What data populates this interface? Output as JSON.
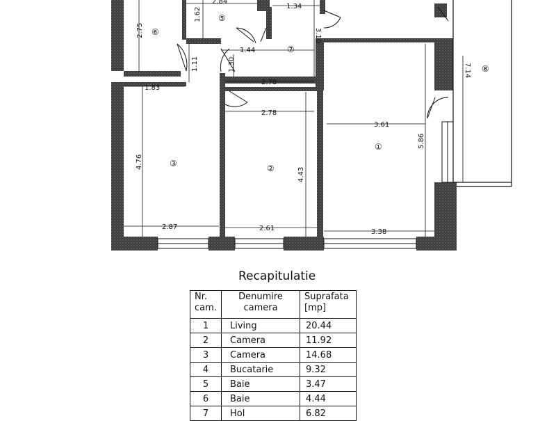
{
  "floorplan": {
    "rooms": [
      {
        "num": "①"
      },
      {
        "num": "②"
      },
      {
        "num": "③"
      },
      {
        "num": "⑤"
      },
      {
        "num": "⑥"
      },
      {
        "num": "⑦"
      },
      {
        "num": "⑧"
      }
    ],
    "dimensions": [
      "2.84",
      "1.34",
      "1.62",
      "2.75",
      "3.10",
      "1.44",
      "1.11",
      "1.30",
      "7.14",
      "2.78",
      "1.83",
      "2.78",
      "3.61",
      "5.86",
      "4.76",
      "4.43",
      "2.87",
      "2.61",
      "3.38"
    ]
  },
  "recap": {
    "title": "Recapitulatie",
    "headers": {
      "nr_line1": "Nr.",
      "nr_line2": "cam.",
      "name_line1": "Denumire",
      "name_line2": "camera",
      "area_line1": "Suprafata",
      "area_line2": "[mp]"
    },
    "rows": [
      {
        "nr": "1",
        "name": "Living",
        "area": "20.44"
      },
      {
        "nr": "2",
        "name": "Camera",
        "area": "11.92"
      },
      {
        "nr": "3",
        "name": "Camera",
        "area": "14.68"
      },
      {
        "nr": "4",
        "name": "Bucatarie",
        "area": "9.32"
      },
      {
        "nr": "5",
        "name": "Baie",
        "area": "3.47"
      },
      {
        "nr": "6",
        "name": "Baie",
        "area": "4.44"
      },
      {
        "nr": "7",
        "name": "Hol",
        "area": "6.82"
      }
    ]
  }
}
